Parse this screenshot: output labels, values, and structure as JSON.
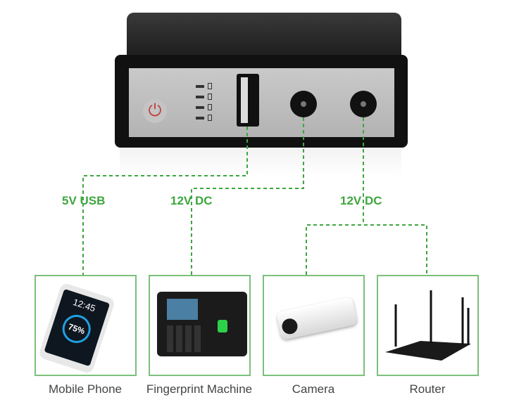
{
  "ports": {
    "usb_label": "5V USB",
    "dc1_label": "12V DC",
    "dc2_label": "12V DC"
  },
  "devices": [
    {
      "caption": "Mobile Phone",
      "screen_time": "12:45",
      "screen_charge": "75%"
    },
    {
      "caption": "Fingerprint Machine"
    },
    {
      "caption": "Camera"
    },
    {
      "caption": "Router"
    }
  ],
  "colors": {
    "line": "#3fa63f",
    "box_border": "#7cc07c",
    "power_icon": "#c0443f"
  },
  "icons": {
    "power": "power-icon"
  }
}
